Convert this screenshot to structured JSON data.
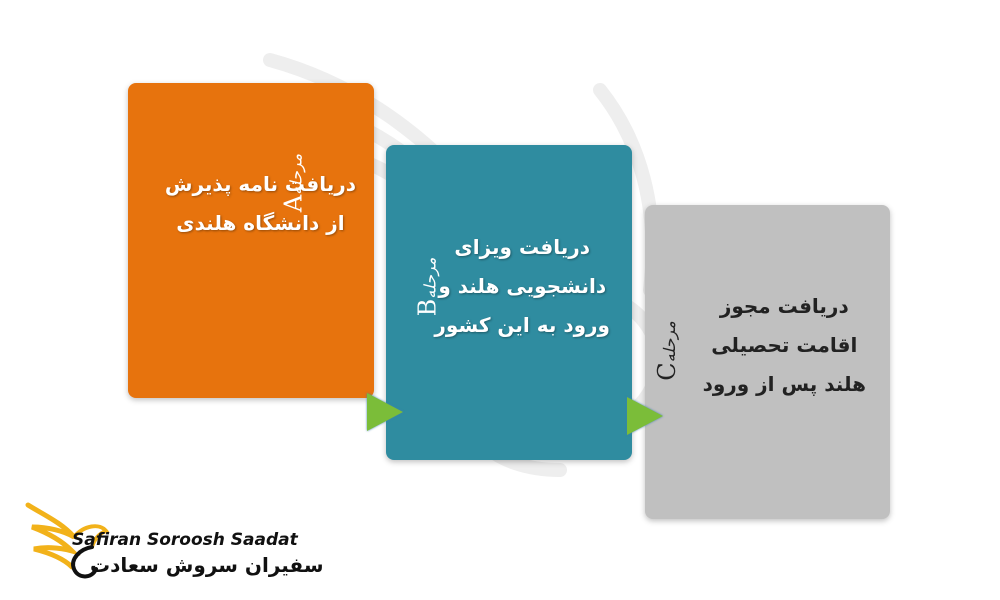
{
  "steps": [
    {
      "stage_letter": "A",
      "stage_word": "مرحله",
      "lines": [
        "دریافت نامه پذیرش",
        "از دانشگاه هلندی"
      ],
      "color": "#e7730d"
    },
    {
      "stage_letter": "B",
      "stage_word": "مرحله",
      "lines": [
        "دریافت ویزای",
        "دانشجویی هلند و",
        "ورود به این کشور"
      ],
      "color": "#2f8ca0"
    },
    {
      "stage_letter": "C",
      "stage_word": "مرحله",
      "lines": [
        "دریافت مجوز",
        "اقامت تحصیلی",
        "هلند پس از ورود"
      ],
      "color": "#c0c0c0"
    }
  ],
  "arrow_color": "#7bbd39",
  "logo": {
    "en": "Safiran Soroosh Saadat",
    "fa": "سفیران سروش سعادت",
    "icon": "phoenix-bird-icon",
    "accent": "#f2b21a"
  }
}
